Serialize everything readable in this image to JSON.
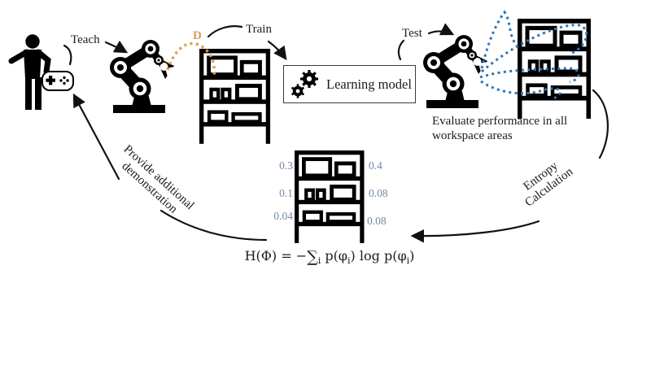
{
  "diagram": {
    "labels": {
      "teach": "Teach",
      "train": "Train",
      "test": "Test",
      "dataset": "D",
      "learning_model": "Learning model",
      "evaluate_line1": "Evaluate performance in all",
      "evaluate_line2": "workspace areas",
      "entropy_line1": "Entropy",
      "entropy_line2": "Calculation",
      "provide_line1": "Provide additional",
      "provide_line2": "demonstration"
    },
    "formula": {
      "f1": "H(Φ) = −",
      "sum": "∑",
      "sub1": "i",
      "f2": " p(φ",
      "sub2": "i",
      "f3": ") log p(φ",
      "sub3": "i",
      "f4": ")"
    },
    "shelf_probabilities": {
      "left": [
        "0.3",
        "0.1",
        "0.04"
      ],
      "right": [
        "0.4",
        "0.08",
        "0.08"
      ]
    },
    "colors": {
      "demonstration_trajectory": "#dd9c55",
      "test_trajectories": "#2e75b6",
      "probability_text": "#7189a9",
      "ink": "#1b1b1b"
    },
    "icons": [
      "person-icon",
      "gamepad-icon",
      "robot-arm-icon",
      "shelf-icon",
      "gears-icon"
    ]
  }
}
